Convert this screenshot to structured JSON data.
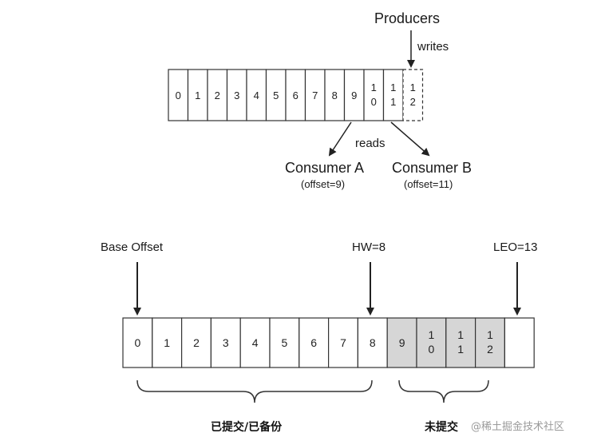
{
  "top": {
    "producers_label": "Producers",
    "writes_label": "writes",
    "reads_label": "reads",
    "cells": [
      "0",
      "1",
      "2",
      "3",
      "4",
      "5",
      "6",
      "7",
      "8",
      "9",
      "10",
      "11",
      "12"
    ],
    "pending_cell_index": 12,
    "consumer_a": {
      "name": "Consumer A",
      "offset": "(offset=9)"
    },
    "consumer_b": {
      "name": "Consumer B",
      "offset": "(offset=11)"
    }
  },
  "bottom": {
    "base_offset_label": "Base Offset",
    "hw_label": "HW=8",
    "leo_label": "LEO=13",
    "cells": [
      "0",
      "1",
      "2",
      "3",
      "4",
      "5",
      "6",
      "7",
      "8",
      "9",
      "10",
      "11",
      "12",
      ""
    ],
    "committed_count": 9,
    "uncommitted_count": 4,
    "committed_label": "已提交/已备份",
    "uncommitted_label": "未提交"
  },
  "colors": {
    "uncommitted_fill": "#d6d6d6",
    "stroke": "#333333"
  },
  "watermark": "@稀土掘金技术社区"
}
